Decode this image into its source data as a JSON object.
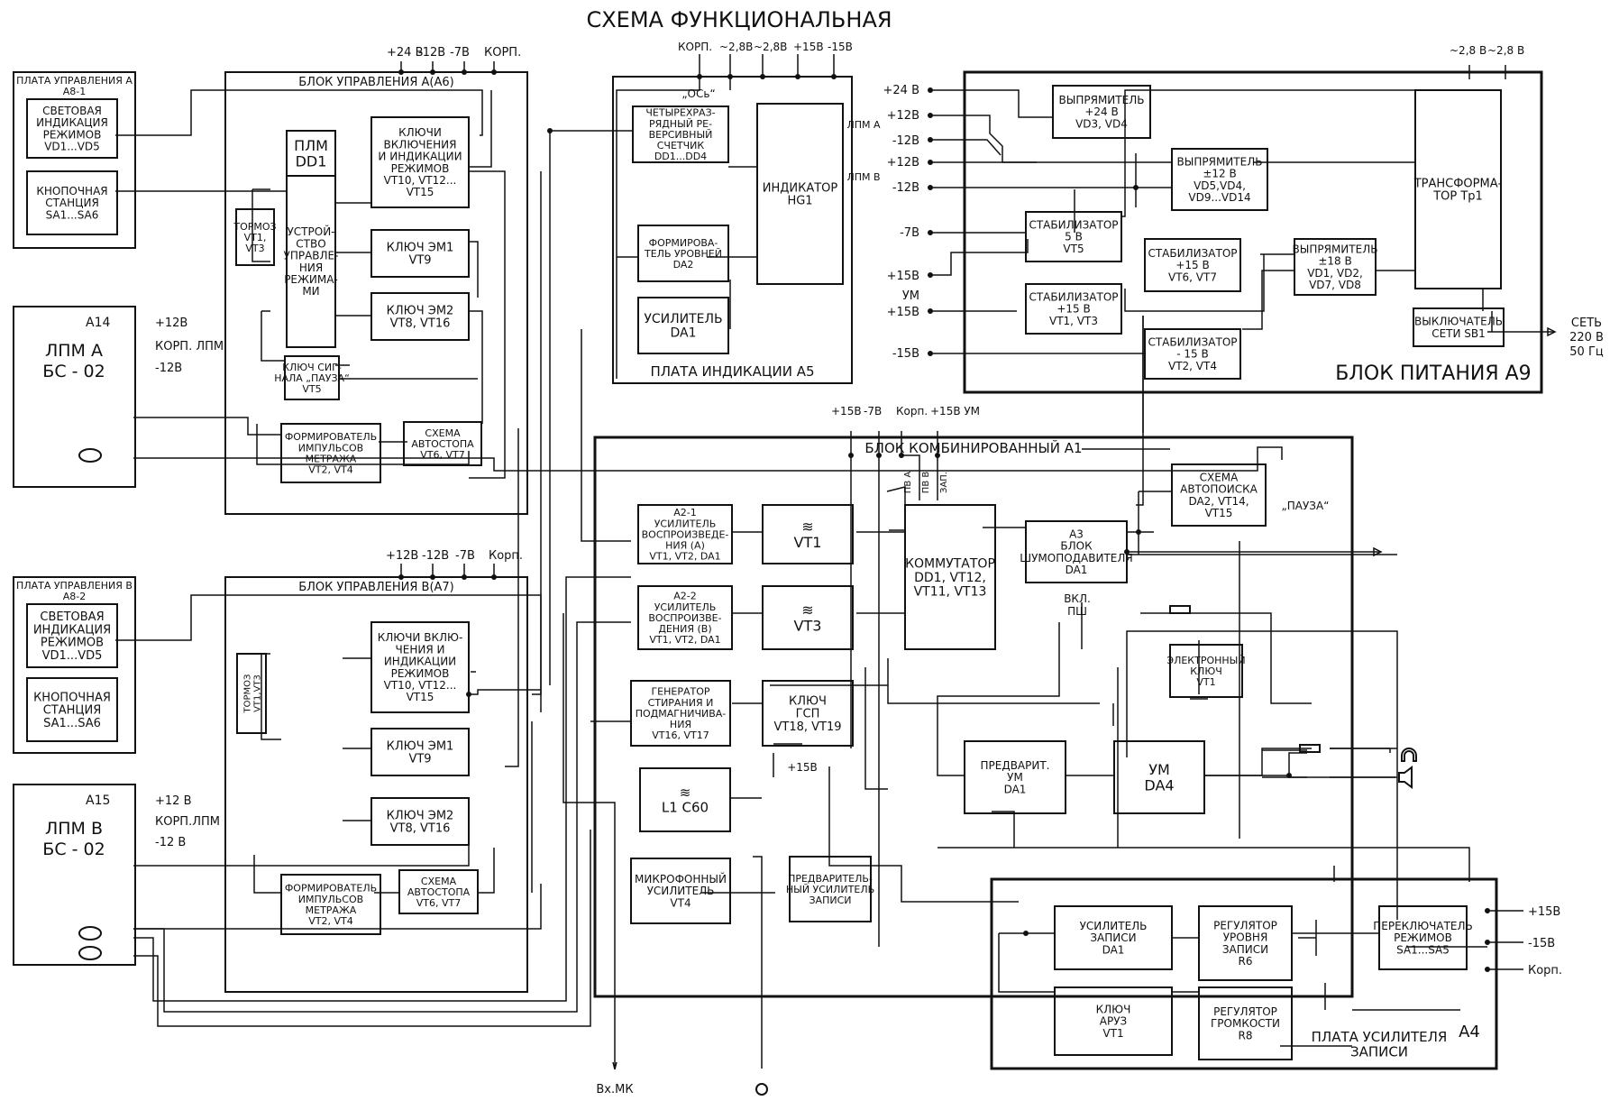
{
  "title": "СХЕМА ФУНКЦИОНАЛЬНАЯ",
  "blocks": [
    {
      "id": "a8-1",
      "lines": [
        "ПЛАТА УПРАВЛЕНИЯ А",
        "А8-1"
      ],
      "children": [
        {
          "id": "a8-1-led",
          "lines": [
            "СВЕТОВАЯ",
            "ИНДИКАЦИЯ",
            "РЕЖИМОВ",
            "VD1...VD5"
          ]
        },
        {
          "id": "a8-1-keys",
          "lines": [
            "КНОПОЧНАЯ",
            "СТАНЦИЯ",
            "SA1...SA6"
          ]
        }
      ]
    },
    {
      "id": "a6",
      "lines": [
        "БЛОК УПРАВЛЕНИЯ А(А6)"
      ],
      "children": [
        {
          "id": "a6-plm",
          "lines": [
            "ПЛМ",
            "DD1"
          ]
        },
        {
          "id": "a6-ctrl",
          "lines": [
            "УСТРОЙ-",
            "СТВО",
            "УПРАВЛЕ-",
            "НИЯ",
            "РЕЖИМА-",
            "МИ"
          ]
        },
        {
          "id": "a6-brake",
          "lines": [
            "ТОРМОЗ",
            "VT1,",
            "VT3"
          ]
        },
        {
          "id": "a6-keys",
          "lines": [
            "КЛЮЧИ",
            "ВКЛЮЧЕНИЯ",
            "И ИНДИКАЦИИ",
            "РЕЖИМОВ",
            "VT10, VT12...",
            "VT15"
          ]
        },
        {
          "id": "a6-em1",
          "lines": [
            "КЛЮЧ ЭМ1",
            "VT9"
          ]
        },
        {
          "id": "a6-em2",
          "lines": [
            "КЛЮЧ ЭМ2",
            "VT8, VT16"
          ]
        },
        {
          "id": "a6-pause",
          "lines": [
            "КЛЮЧ СИГ-",
            "НАЛА „ПАУЗА“",
            "VT5"
          ]
        },
        {
          "id": "a6-pulse",
          "lines": [
            "ФОРМИРОВАТЕЛЬ",
            "ИМПУЛЬСОВ",
            "МЕТРАЖА",
            "VT2, VT4"
          ]
        },
        {
          "id": "a6-autostop",
          "lines": [
            "СХЕМА",
            "АВТОСТОПА",
            "VT6, VT7"
          ]
        }
      ]
    },
    {
      "id": "a14",
      "lines": [
        "А14",
        "ЛПМ А",
        "БС - 02"
      ]
    },
    {
      "id": "a8-2",
      "lines": [
        "ПЛАТА УПРАВЛЕНИЯ В",
        "А8-2"
      ],
      "children": [
        {
          "id": "a8-2-led",
          "lines": [
            "СВЕТОВАЯ",
            "ИНДИКАЦИЯ",
            "РЕЖИМОВ",
            "VD1...VD5"
          ]
        },
        {
          "id": "a8-2-keys",
          "lines": [
            "КНОПОЧНАЯ",
            "СТАНЦИЯ",
            "SA1...SA6"
          ]
        }
      ]
    },
    {
      "id": "a7",
      "lines": [
        "БЛОК УПРАВЛЕНИЯ В(А7)"
      ],
      "children": [
        {
          "id": "a7-brake",
          "lines": [
            "ТОРМОЗ",
            "VT1,VT3"
          ]
        },
        {
          "id": "a7-keys",
          "lines": [
            "КЛЮЧИ ВКЛЮ-",
            "ЧЕНИЯ И",
            "ИНДИКАЦИИ",
            "РЕЖИМОВ",
            "VT10, VT12...",
            "VT15"
          ]
        },
        {
          "id": "a7-em1",
          "lines": [
            "КЛЮЧ ЭМ1",
            "VT9"
          ]
        },
        {
          "id": "a7-em2",
          "lines": [
            "КЛЮЧ ЭМ2",
            "VT8, VT16"
          ]
        },
        {
          "id": "a7-pulse",
          "lines": [
            "ФОРМИРОВАТЕЛЬ",
            "ИМПУЛЬСОВ",
            "МЕТРАЖА",
            "VT2, VT4"
          ]
        },
        {
          "id": "a7-autostop",
          "lines": [
            "СХЕМА",
            "АВТОСТОПА",
            "VT6, VT7"
          ]
        }
      ]
    },
    {
      "id": "a15",
      "lines": [
        "А15",
        "ЛПМ В",
        "БС - 02"
      ]
    },
    {
      "id": "a5",
      "lines": [
        "ПЛАТА ИНДИКАЦИИ А5"
      ],
      "children": [
        {
          "id": "a5-counter",
          "lines": [
            "ЧЕТЫРЕХРАЗ-",
            "РЯДНЫЙ РЕ-",
            "ВЕРСИВНЫЙ",
            "СЧЕТЧИК",
            "DD1...DD4"
          ]
        },
        {
          "id": "a5-hg1",
          "lines": [
            "ИНДИКАТОР",
            "HG1"
          ]
        },
        {
          "id": "a5-level",
          "lines": [
            "ФОРМИРОВА-",
            "ТЕЛЬ УРОВНЕЙ",
            "DA2"
          ]
        },
        {
          "id": "a5-amp",
          "lines": [
            "УСИЛИТЕЛЬ",
            "DA1"
          ]
        }
      ]
    },
    {
      "id": "a9",
      "lines": [
        "БЛОК ПИТАНИЯ А9"
      ],
      "children": [
        {
          "id": "a9-rect24",
          "lines": [
            "ВЫПРЯМИТЕЛЬ",
            "+24 В",
            "VD3, VD4"
          ]
        },
        {
          "id": "a9-rect12",
          "lines": [
            "ВЫПРЯМИТЕЛЬ",
            "±12 В",
            "VD5,VD4,",
            "VD9...VD14"
          ]
        },
        {
          "id": "a9-stab5",
          "lines": [
            "СТАБИЛИЗАТОР",
            "5 В",
            "VT5"
          ]
        },
        {
          "id": "a9-stab15a",
          "lines": [
            "СТАБИЛИЗАТОР",
            "+15 В",
            "VT6, VT7"
          ]
        },
        {
          "id": "a9-stab15b",
          "lines": [
            "СТАБИЛИЗАТОР",
            "+15 В",
            "VT1, VT3"
          ]
        },
        {
          "id": "a9-stab15c",
          "lines": [
            "СТАБИЛИЗАТОР",
            "- 15 В",
            "VT2, VT4"
          ]
        },
        {
          "id": "a9-rect18",
          "lines": [
            "ВЫПРЯМИТЕЛЬ",
            "±18 В",
            "VD1, VD2,",
            "VD7, VD8"
          ]
        },
        {
          "id": "a9-trans",
          "lines": [
            "ТРАНСФОРМА-",
            "ТОР Тр1"
          ]
        },
        {
          "id": "a9-switch",
          "lines": [
            "ВЫКЛЮЧАТЕЛЬ",
            "СЕТИ SB1"
          ]
        }
      ]
    },
    {
      "id": "a1",
      "lines": [
        "БЛОК КОМБИНИРОВАННЫЙ А1"
      ],
      "children": [
        {
          "id": "a1-a21",
          "lines": [
            "А2-1",
            "УСИЛИТЕЛЬ",
            "ВОСПРОИЗВЕДЕ-",
            "НИЯ (А)",
            "VT1, VT2, DA1"
          ]
        },
        {
          "id": "a1-a22",
          "lines": [
            "А2-2",
            "УСИЛИТЕЛЬ",
            "ВОСПРОИЗВЕ-",
            "ДЕНИЯ (В)",
            "VT1, VT2, DA1"
          ]
        },
        {
          "id": "a1-vt1",
          "lines": [
            "≋",
            "VT1"
          ]
        },
        {
          "id": "a1-vt3",
          "lines": [
            "≋",
            "VT3"
          ]
        },
        {
          "id": "a1-gen",
          "lines": [
            "ГЕНЕРАТОР",
            "СТИРАНИЯ И",
            "ПОДМАГНИЧИВА-",
            "НИЯ",
            "VT16, VT17"
          ]
        },
        {
          "id": "a1-gsp",
          "lines": [
            "КЛЮЧ",
            "ГСП",
            "VT18, VT19"
          ]
        },
        {
          "id": "a1-l1",
          "lines": [
            "≋",
            "L1 C60"
          ]
        },
        {
          "id": "a1-mic",
          "lines": [
            "МИКРОФОННЫЙ",
            "УСИЛИТЕЛЬ",
            "VT4"
          ]
        },
        {
          "id": "a1-prerec",
          "lines": [
            "ПРЕДВАРИТЕЛЬ-",
            "НЫЙ УСИЛИТЕЛЬ",
            "ЗАПИСИ"
          ]
        },
        {
          "id": "a1-comm",
          "lines": [
            "КОММУТАТОР",
            "DD1, VT12,",
            "VT11, VT13"
          ]
        },
        {
          "id": "a1-a3",
          "lines": [
            "А3",
            "БЛОК",
            "ШУМОПОДАВИТЕЛЯ",
            "DA1"
          ]
        },
        {
          "id": "a1-search",
          "lines": [
            "СХЕМА",
            "АВТОПОИСКА",
            "DA2, VT14,",
            "VT15"
          ]
        },
        {
          "id": "a1-ekey",
          "lines": [
            "ЭЛЕКТРОННЫЙ",
            "КЛЮЧ",
            "VT1"
          ]
        },
        {
          "id": "a1-preamp",
          "lines": [
            "ПРЕДВАРИТ.",
            "УМ",
            "DA1"
          ]
        },
        {
          "id": "a1-um",
          "lines": [
            "УМ",
            "DA4"
          ]
        }
      ]
    },
    {
      "id": "a4",
      "lines": [
        "ПЛАТА УСИЛИТЕЛЯ",
        "ЗАПИСИ"
      ],
      "children": [
        {
          "id": "a4-rec",
          "lines": [
            "УСИЛИТЕЛЬ",
            "ЗАПИСИ",
            "DA1"
          ]
        },
        {
          "id": "a4-reclvl",
          "lines": [
            "РЕГУЛЯТОР",
            "УРОВНЯ",
            "ЗАПИСИ",
            "R6"
          ]
        },
        {
          "id": "a4-modes",
          "lines": [
            "ПЕРЕКЛЮЧАТЕЛЬ",
            "РЕЖИМОВ",
            "SA1...SA5"
          ]
        },
        {
          "id": "a4-aruz",
          "lines": [
            "КЛЮЧ",
            "АРУЗ",
            "VT1"
          ]
        },
        {
          "id": "a4-vol",
          "lines": [
            "РЕГУЛЯТОР",
            "ГРОМКОСТИ",
            "R8"
          ]
        }
      ]
    }
  ],
  "labels": {
    "a4_tag": "А4",
    "a6_top": [
      "+24 В",
      "-12В",
      "-7В",
      "КОРП."
    ],
    "a7_top": [
      "+12В",
      "-12В",
      "-7В",
      "Корп."
    ],
    "a5_top": [
      "КОРП.",
      "~2,8В",
      "~2,8В",
      "+15В",
      "-15В"
    ],
    "os": "„ОСь“",
    "a9_top": [
      "~2,8 В",
      "~2,8 В"
    ],
    "a9_left": [
      "+24 В",
      "+12В",
      "-12В",
      "+12В",
      "-12В",
      "-7В",
      "+15В",
      "УМ",
      "+15В",
      "-15В"
    ],
    "lpm_a": "ЛПМ А",
    "lpm_v": "ЛПМ В",
    "mains": [
      "СЕТЬ",
      "220 В",
      "50 Гц"
    ],
    "a14_pins": [
      "+12В",
      "КОРП. ЛПМ",
      "-12В"
    ],
    "a15_pins": [
      "+12 В",
      "КОРП.ЛПМ",
      "-12 В"
    ],
    "a1_top": [
      "+15В",
      "-7В",
      "Корп.",
      "+15В УМ"
    ],
    "comm_tags": [
      "ПВ А",
      "ПВ В",
      "ЗАП."
    ],
    "pause": "„ПАУЗА“",
    "nr_on": [
      "ВКЛ.",
      "ПШ"
    ],
    "gsp_15": "+15В",
    "a4_pins": [
      "+15В",
      "-15В",
      "Корп."
    ],
    "mic_in": "Вх.МК"
  }
}
